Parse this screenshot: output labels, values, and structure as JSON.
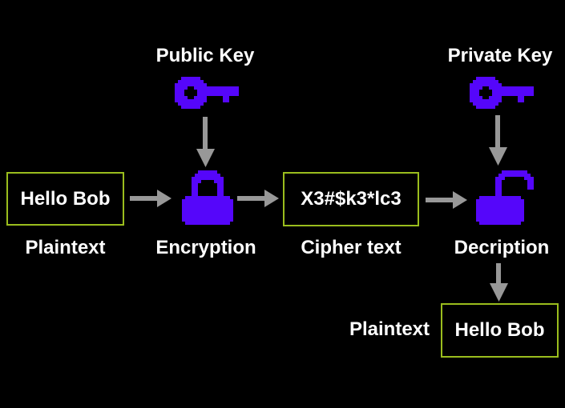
{
  "colors": {
    "background": "#000000",
    "icon_purple": "#5506fa",
    "box_border": "#9abd1d",
    "arrow_gray": "#989898",
    "text": "#ffffff"
  },
  "keys": {
    "public": {
      "label": "Public Key",
      "icon": "key-icon"
    },
    "private": {
      "label": "Private Key",
      "icon": "key-icon"
    }
  },
  "flow": {
    "plaintext_in": {
      "value": "Hello Bob",
      "caption": "Plaintext"
    },
    "encryption": {
      "caption": "Encryption",
      "icon": "lock-closed-icon"
    },
    "ciphertext": {
      "value": "X3#$k3*lc3",
      "caption": "Cipher text"
    },
    "decryption": {
      "caption": "Decription",
      "icon": "lock-open-icon"
    },
    "plaintext_out": {
      "value": "Hello Bob",
      "caption": "Plaintext"
    }
  }
}
